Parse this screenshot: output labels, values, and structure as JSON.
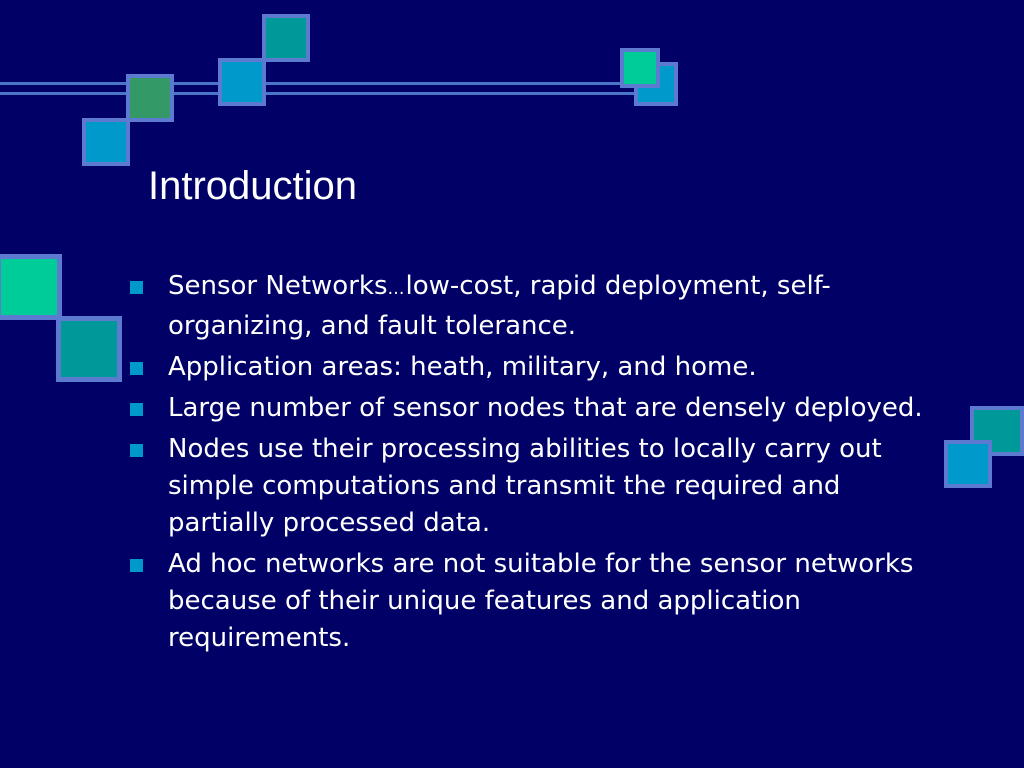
{
  "slide": {
    "title": "Introduction",
    "bullets": [
      {
        "text": "Sensor Networks",
        "suffix_ellipsis": "…",
        "rest": "low-cost, rapid deployment, self-organizing, and fault tolerance."
      },
      {
        "text": "Application areas: heath, military, and home."
      },
      {
        "text": "Large number of sensor nodes that are densely deployed."
      },
      {
        "text": "Nodes use their processing abilities to locally carry out simple computations and transmit the required and partially processed data."
      },
      {
        "text": "Ad hoc networks are not suitable for the sensor networks because of their unique features and application requirements."
      }
    ]
  },
  "colors": {
    "background": "#000066",
    "text": "#ffffff",
    "bullet_marker": "#0099cc",
    "line": "#4a76c8",
    "square_border": "#5c7bd0",
    "teal": "#009999",
    "green": "#339966",
    "cyan": "#0099cc",
    "mint": "#00cc99"
  }
}
